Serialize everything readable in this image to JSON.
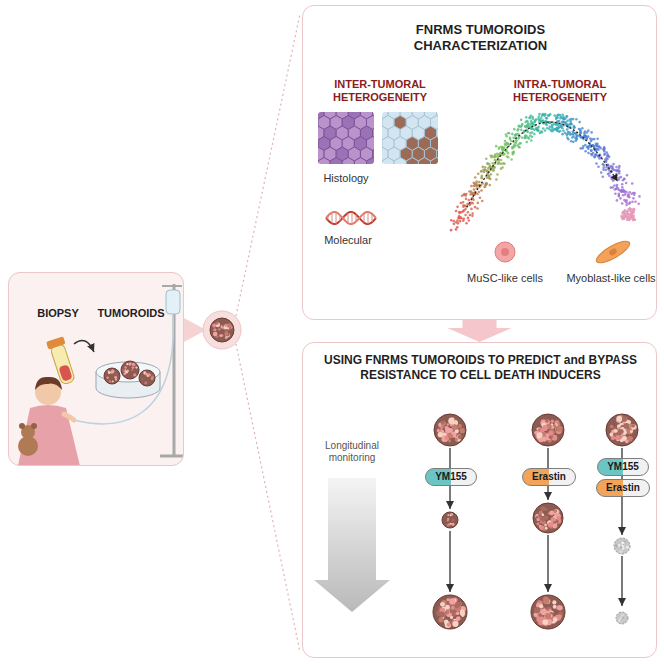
{
  "diagram": {
    "nodes": [
      {
        "text": [
          "BIOPSY",
          "TUMOROIDS"
        ]
      },
      {
        "text": [
          "FNRMS TUMOROIDS CHARACTERIZATION"
        ]
      },
      {
        "text": [
          "USING FNRMS TUMOROIDS TO PREDICT and BYPASS RESISTANCE TO CELL DEATH INDUCERS"
        ]
      },
      {
        "text": [
          "YM155"
        ],
        "in": 2
      },
      {
        "text": [
          "Erastin"
        ],
        "in": 2
      },
      {
        "text": [
          "YM155"
        ],
        "in": 2
      },
      {
        "text": [
          "Erastin"
        ],
        "in": 2
      }
    ],
    "edges": [
      {
        "from": 1,
        "to": 2,
        "arrow": "to"
      }
    ],
    "labels": [
      "INTER-TUMORAL HETEROGENEITY",
      "INTRA-TUMORAL HETEROGENEITY",
      "Histology",
      "Molecular",
      "MuSC-like cells",
      "Myoblast-like cells",
      "Longitudinal monitoring"
    ]
  }
}
